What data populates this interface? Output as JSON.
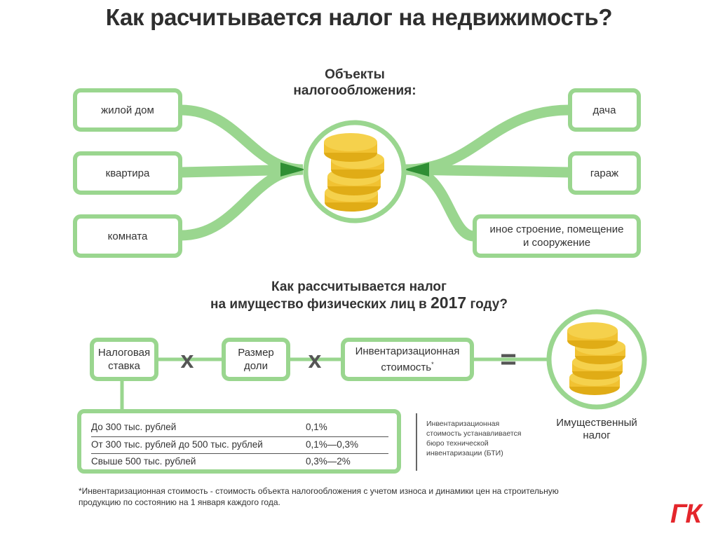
{
  "title": "Как расчитывается налог на недвижимость?",
  "objects_heading_line1": "Объекты",
  "objects_heading_line2": "налогообложения:",
  "objects_left": [
    "жилой дом",
    "квартира",
    "комната"
  ],
  "objects_right": {
    "item1": "дача",
    "item2": "гараж",
    "item3_line1": "иное строение, помещение",
    "item3_line2": "и сооружение"
  },
  "formula_heading": {
    "line1": "Как рассчитывается налог",
    "line2_prefix": "на имущество физических лиц в",
    "line2_year": "2017",
    "line2_suffix": "году?"
  },
  "formula": {
    "factor1_line1": "Налоговая",
    "factor1_line2": "ставка",
    "factor2_line1": "Размер",
    "factor2_line2": "доли",
    "factor3_line1": "Инвентаризационная",
    "factor3_line2": "стоимость",
    "factor3_mark": "*",
    "multiply": "x",
    "equals": "=",
    "result_line1": "Имущественный",
    "result_line2": "налог"
  },
  "rates": [
    {
      "range": "До 300 тыс. рублей",
      "rate": "0,1%"
    },
    {
      "range": "От 300 тыс. рублей до 500 тыс. рублей",
      "rate": "0,1%—0,3%"
    },
    {
      "range": "Свыше 500 тыс. рублей",
      "rate": "0,3%—2%"
    }
  ],
  "side_note": [
    "Инвентаризационная",
    "стоимость устанавливается",
    "бюро технической",
    "инвентаризации (БТИ)"
  ],
  "footnote": {
    "line1": "*Инвентаризационная стоимость - стоимость объекта налогообложения с учетом износа и динамики цен на строительную",
    "line2": "продукцию по состоянию на 1 января каждого года."
  },
  "logo": "ГК",
  "colors": {
    "green": "#9ad68f",
    "dark_green": "#3c9a3c",
    "coin": "#f1c232",
    "logo_red": "#e4262c"
  }
}
